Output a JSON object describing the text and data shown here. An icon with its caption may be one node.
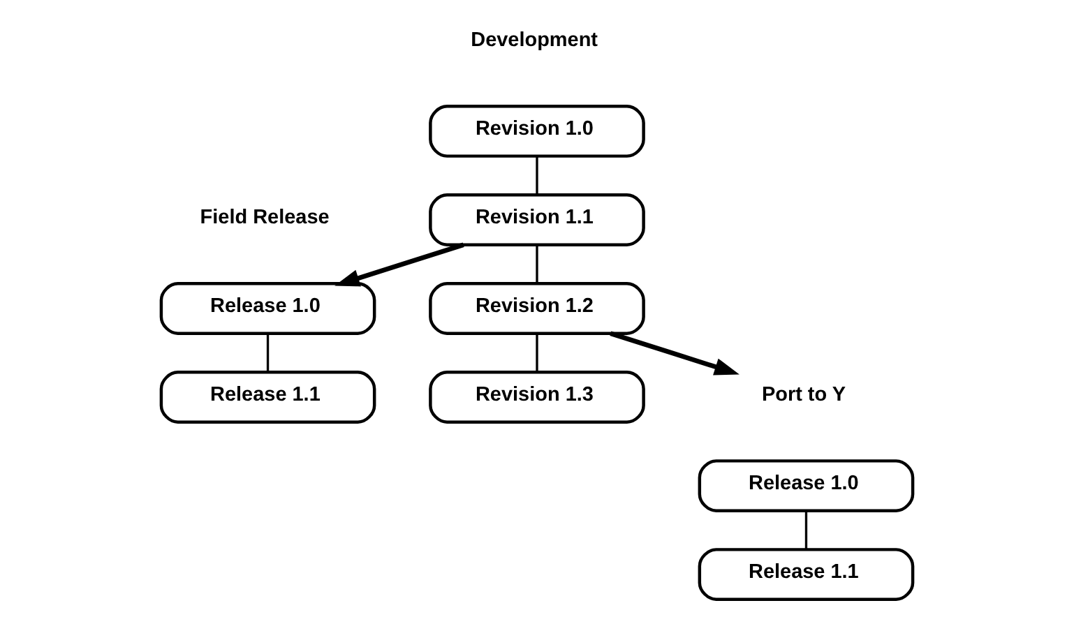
{
  "diagram": {
    "nodes": [
      {
        "text": [
          "Revision 1.0"
        ]
      },
      {
        "text": [
          "Revision 1.1"
        ]
      },
      {
        "text": [
          "Release 1.0"
        ]
      },
      {
        "text": [
          "Revision 1.2"
        ]
      },
      {
        "text": [
          "Release 1.1"
        ]
      },
      {
        "text": [
          "Revision 1.3"
        ]
      },
      {
        "text": [
          "Port to Y"
        ]
      },
      {
        "text": [
          "Release 1.0"
        ]
      },
      {
        "text": [
          "Release 1.1"
        ]
      }
    ],
    "edges": [
      {
        "from": 0,
        "to": 1,
        "arrow": "none"
      },
      {
        "from": 1,
        "to": 2,
        "arrow": "to",
        "style": "thick"
      },
      {
        "from": 1,
        "to": 3,
        "arrow": "none"
      },
      {
        "from": 3,
        "to": 5,
        "arrow": "none"
      },
      {
        "from": 2,
        "to": 4,
        "arrow": "none"
      },
      {
        "from": 3,
        "to": 6,
        "arrow": "to",
        "style": "thick"
      },
      {
        "from": 7,
        "to": 8,
        "arrow": "none"
      }
    ],
    "labels": [
      "Development",
      "Field Release"
    ]
  }
}
